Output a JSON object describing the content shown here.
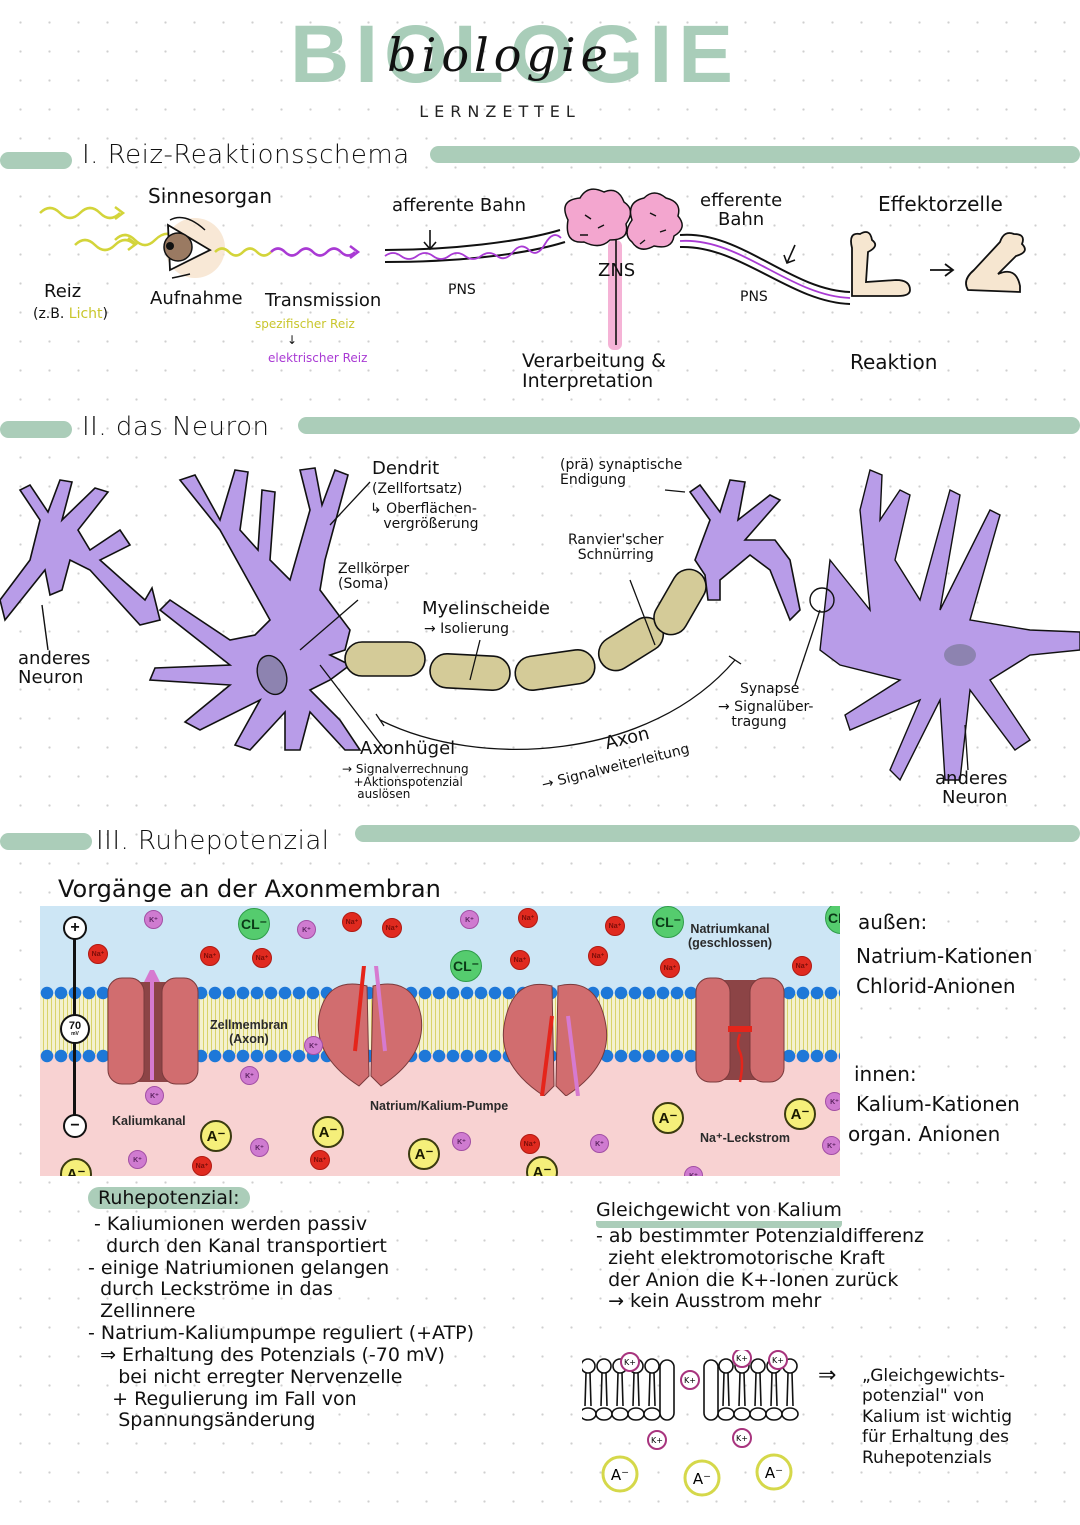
{
  "header": {
    "title_block": "BIOLOGIE",
    "title_script": "biologie",
    "subtitle": "LERNZETTEL"
  },
  "colors": {
    "accent_green": "#abcdb9",
    "neuron_purple": "#b89ce8",
    "myelin_tan": "#d4cb98",
    "stimulus_yellow": "#c9c62c",
    "signal_purple": "#a93ad4",
    "brain_pink": "#f3a6cf",
    "skin_beige": "#f6e6d0",
    "outside_blue": "#cde6f5",
    "inside_pink": "#f8d2d2"
  },
  "section1": {
    "heading": "I. Reiz-Reaktionsschema",
    "labels": {
      "sinnesorgan": "Sinnesorgan",
      "afferente": "afferente Bahn",
      "efferente": "efferente\nBahn",
      "effektorzelle": "Effektorzelle",
      "reiz": "Reiz",
      "reiz_example_prefix": "(z.B. ",
      "reiz_example_word": "Licht",
      "reiz_example_suffix": ")",
      "aufnahme": "Aufnahme",
      "transmission": "Transmission",
      "spezifischer": "spezifischer Reiz",
      "down_arrow": "↓",
      "elektrischer": "elektrischer Reiz",
      "pns_left": "PNS",
      "zns": "ZNS",
      "pns_right": "PNS",
      "verarbeitung": "Verarbeitung &\nInterpretation",
      "reaktion": "Reaktion"
    }
  },
  "section2": {
    "heading": "II. das Neuron",
    "labels": {
      "dendrit": "Dendrit",
      "dendrit_sub": "(Zellfortsatz)",
      "dendrit_fn": "↳ Oberflächen-\n   vergrößerung",
      "praesyn": "(prä) synaptische\nEndigung",
      "ranvier": "Ranvier'scher\nSchnürring",
      "zellkoerper": "Zellkörper\n(Soma)",
      "myelin": "Myelinscheide",
      "myelin_fn": "→ Isolierung",
      "anderes_left": "anderes\nNeuron",
      "synapse": "Synapse",
      "synapse_fn": "→ Signalüber-\n   tragung",
      "axonhuegel": "Axonhügel",
      "axonhuegel_fn": "→ Signalverrechnung\n   +Aktionspotenzial\n    auslösen",
      "axon": "Axon",
      "axon_fn": "→ Signalweiterleitung",
      "anderes_right": "anderes\nNeuron"
    }
  },
  "section3": {
    "heading": "III. Ruhepotenzial",
    "subheading": "Vorgänge an der Axonmembran",
    "figure": {
      "scale_plus": "+",
      "scale_value": "70",
      "scale_unit": "mV",
      "scale_minus": "−",
      "membrane_label": "Zellmembran\n(Axon)",
      "kaliumkanal": "Kaliumkanal",
      "pumpe": "Natrium/Kalium-Pumpe",
      "natriumkanal": "Natriumkanal\n(geschlossen)",
      "leckstrom": "Na⁺-Leckstrom",
      "ion_na": "Na⁺",
      "ion_k": "K⁺",
      "ion_cl": "CL⁻",
      "ion_a": "A⁻"
    },
    "outside": {
      "title": "außen:",
      "items": [
        "Natrium-Kationen",
        "Chlorid-Anionen"
      ]
    },
    "inside": {
      "title": "innen:",
      "items": [
        "Kalium-Kationen",
        "organ. Anionen"
      ]
    },
    "ruhepotenzial_notes": {
      "title": "Ruhepotenzial:",
      "lines": [
        " - Kaliumionen werden passiv",
        "   durch den Kanal transportiert",
        "- einige Natriumionen gelangen",
        "  durch Leckströme in das",
        "  Zellinnere",
        "- Natrium-Kaliumpumpe reguliert (+ATP)",
        "  ⇒ Erhaltung des Potenzials (-70 mV)",
        "     bei nicht erregter Nervenzelle",
        "    + Regulierung im Fall von",
        "     Spannungsänderung"
      ]
    },
    "gleichgewicht": {
      "title": "Gleichgewicht von Kalium",
      "lines": [
        "- ab bestimmter Potenzialdifferenz",
        "  zieht elektromotorische Kraft",
        "  der Anion die K+-Ionen zurück",
        "  → kein Ausstrom mehr"
      ],
      "conclusion_arrow": "⇒",
      "conclusion": "„Gleichgewichts-\npotenzial\" von\nKalium ist wichtig\nfür Erhaltung des\nRuhepotenzials",
      "diagram_k": "K+",
      "diagram_a": "A⁻"
    }
  }
}
